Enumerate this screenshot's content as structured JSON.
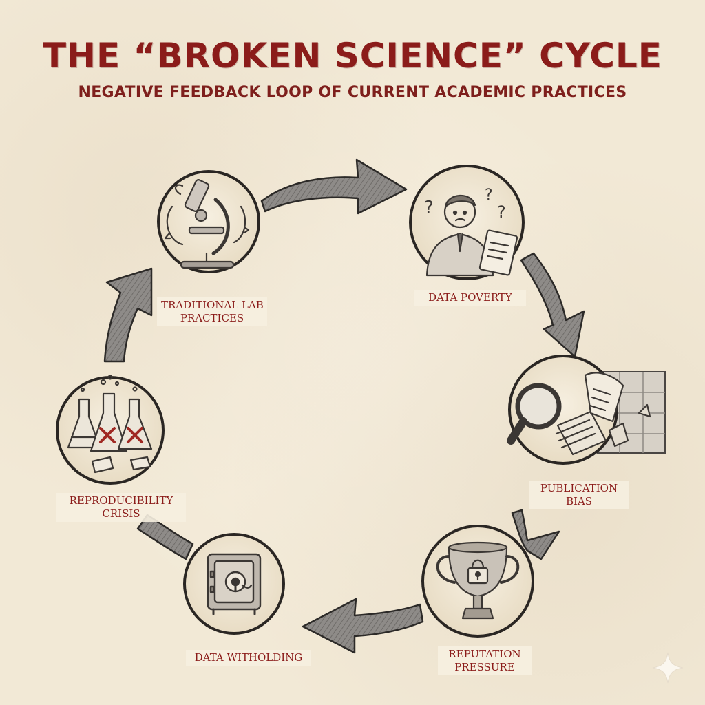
{
  "header": {
    "title": "THE “BROKEN SCIENCE” CYCLE",
    "subtitle": "NEGATIVE FEEDBACK LOOP OF CURRENT ACADEMIC PRACTICES"
  },
  "nodes": [
    {
      "id": "traditional-lab-practices",
      "lines": [
        "TRADITIONAL LAB",
        "PRACTICES"
      ],
      "icon": "microscope-icon"
    },
    {
      "id": "data-poverty",
      "lines": [
        "DATA POVERTY"
      ],
      "icon": "confused-scientist-icon"
    },
    {
      "id": "publication-bias",
      "lines": [
        "PUBLICATION",
        "BIAS"
      ],
      "icon": "magnifying-glass-icon"
    },
    {
      "id": "reputation-pressure",
      "lines": [
        "REPUTATION",
        "PRESSURE"
      ],
      "icon": "trophy-lock-icon"
    },
    {
      "id": "data-witholding",
      "lines": [
        "DATA WITHOLDING"
      ],
      "icon": "safe-icon"
    },
    {
      "id": "reproducibility-crisis",
      "lines": [
        "REPRODUCIBILITY",
        "CRISIS"
      ],
      "icon": "failed-flasks-icon"
    }
  ],
  "colors": {
    "title": "#8b1c1a",
    "circle_stroke": "#2a2623",
    "arrow_fill": "#8a8784",
    "arrow_stroke": "#2c2a28",
    "background": "#f2e9d6"
  }
}
